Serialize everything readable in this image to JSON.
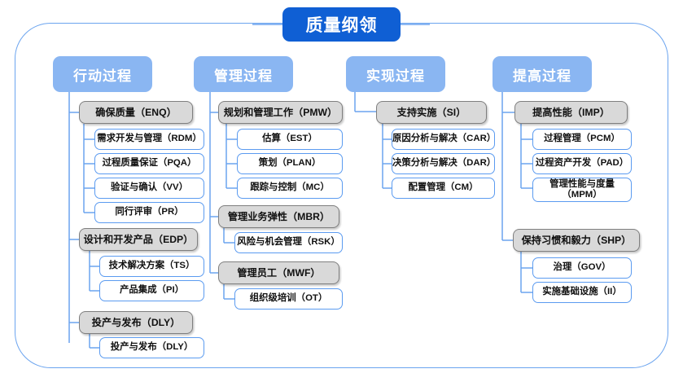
{
  "diagram": {
    "title": "质量纲领",
    "frame_color": "#6ba4ef",
    "title_color": "#0f5fd4",
    "header_color": "#8ab6f2",
    "parent_color": "#d9d9d9",
    "child_border_color": "#5b9bf0",
    "columns": [
      {
        "header": "行动过程",
        "groups": [
          {
            "parent": "确保质量（ENQ）",
            "children": [
              "需求开发与管理（RDM）",
              "过程质量保证（PQA）",
              "验证与确认（VV）",
              "同行评审（PR）"
            ]
          },
          {
            "parent": "设计和开发产品（EDP）",
            "children": [
              "技术解决方案（TS）",
              "产品集成（PI）"
            ]
          },
          {
            "parent": "投产与发布（DLY）",
            "children": [
              "投产与发布（DLY）"
            ]
          }
        ]
      },
      {
        "header": "管理过程",
        "groups": [
          {
            "parent": "规划和管理工作（PMW）",
            "children": [
              "估算（EST）",
              "策划（PLAN）",
              "跟踪与控制（MC）"
            ]
          },
          {
            "parent": "管理业务弹性（MBR）",
            "children": [
              "风险与机会管理（RSK）"
            ]
          },
          {
            "parent": "管理员工（MWF）",
            "children": [
              "组织级培训（OT）"
            ]
          }
        ]
      },
      {
        "header": "实现过程",
        "groups": [
          {
            "parent": "支持实施（SI）",
            "children": [
              "原因分析与解决（CAR）",
              "决策分析与解决（DAR）",
              "配置管理（CM）"
            ]
          }
        ]
      },
      {
        "header": "提高过程",
        "groups": [
          {
            "parent": "提高性能（IMP）",
            "children": [
              "过程管理（PCM）",
              "过程资产开发（PAD）",
              "管理性能与度量（MPM）"
            ]
          },
          {
            "parent": "保持习惯和毅力（SHP）",
            "children": [
              "治理（GOV）",
              "实施基础设施（II）"
            ]
          }
        ]
      }
    ]
  }
}
